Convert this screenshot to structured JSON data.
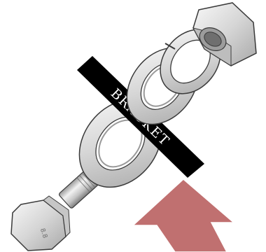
{
  "diagram": {
    "bracket_label": "BRACKET",
    "bolt_head_marking": "8.8",
    "colors": {
      "background": "#ffffff",
      "metal_light": "#ececec",
      "metal_mid": "#c8c8c8",
      "metal_dark": "#8a8a8a",
      "outline": "#3a3a3a",
      "bracket": "#000000",
      "arrow": "#c07070"
    },
    "parts": [
      "hex-bolt",
      "flat-washer",
      "flat-washer",
      "spring-lock-washer",
      "hex-nut",
      "bracket",
      "force-arrow"
    ]
  }
}
